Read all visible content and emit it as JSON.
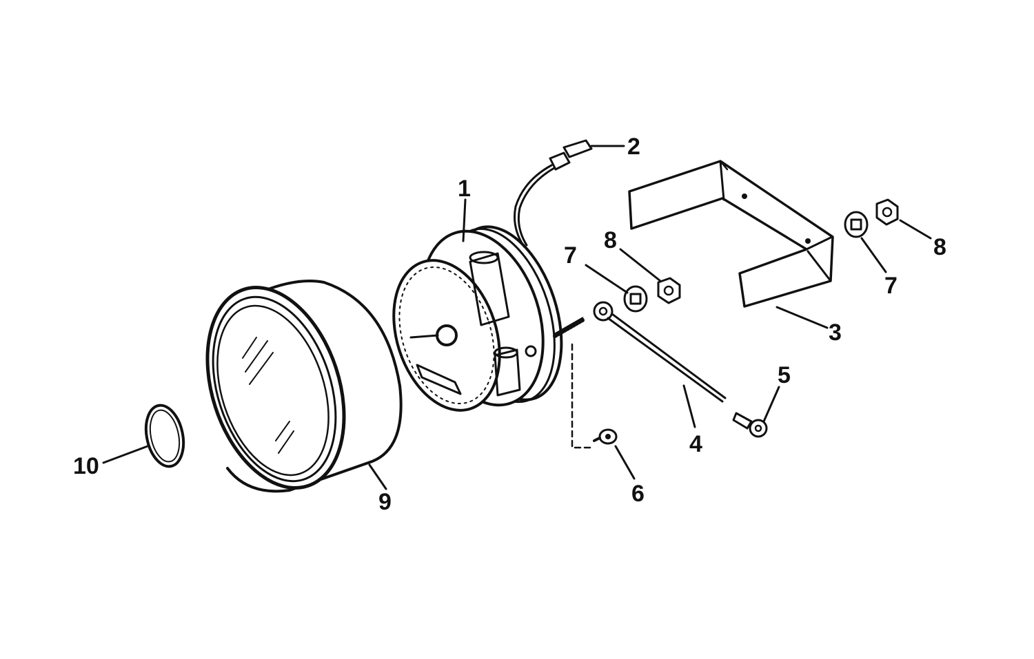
{
  "diagram": {
    "colors": {
      "ink": "#111111",
      "paper": "#ffffff"
    },
    "callouts": [
      {
        "id": "c1",
        "label": "1"
      },
      {
        "id": "c2",
        "label": "2"
      },
      {
        "id": "c3",
        "label": "3"
      },
      {
        "id": "c4",
        "label": "4"
      },
      {
        "id": "c5",
        "label": "5"
      },
      {
        "id": "c6",
        "label": "6"
      },
      {
        "id": "c7a",
        "label": "7"
      },
      {
        "id": "c7b",
        "label": "7"
      },
      {
        "id": "c8a",
        "label": "8"
      },
      {
        "id": "c8b",
        "label": "8"
      },
      {
        "id": "c9",
        "label": "9"
      },
      {
        "id": "c10",
        "label": "10"
      }
    ]
  }
}
